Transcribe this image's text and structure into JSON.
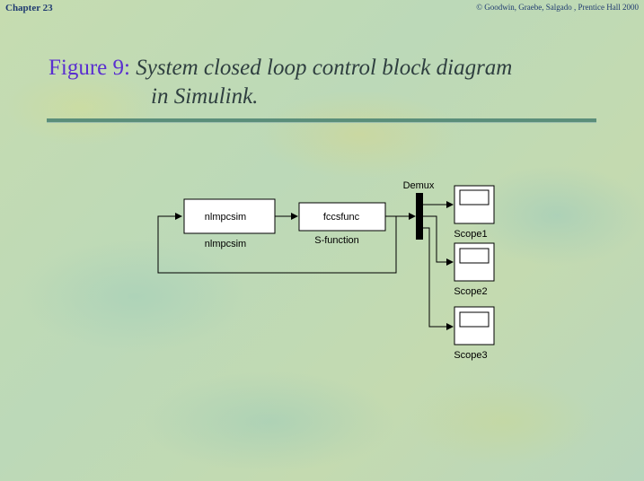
{
  "header": {
    "chapter": "Chapter 23",
    "copyright": "© Goodwin, Graebe, Salgado , Prentice Hall 2000"
  },
  "title": {
    "figure": "Figure 9:",
    "line1": "System closed loop control block diagram",
    "line2": "in Simulink."
  },
  "diagram": {
    "plant_block_text": "nlmpcsim",
    "plant_block_label": "nlmpcsim",
    "controller_block_text": "fccsfunc",
    "controller_block_label": "S-function",
    "demux_label": "Demux",
    "scopes": [
      "Scope1",
      "Scope2",
      "Scope3"
    ]
  },
  "colors": {
    "figure_label": "#5a2fd0",
    "title_text": "#2f3f40",
    "header_text": "#1f3a70",
    "rule": "#5b8e7a"
  }
}
